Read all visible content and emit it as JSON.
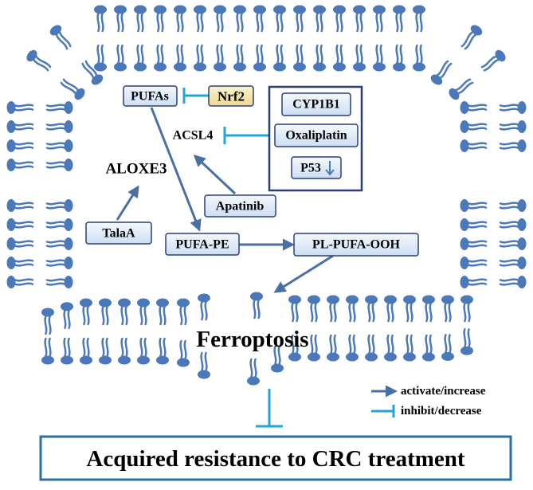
{
  "nodes": {
    "pufas": "PUFAs",
    "nrf2": "Nrf2",
    "cyp1b1": "CYP1B1",
    "acsl4": "ACSL4",
    "oxaliplatin": "Oxaliplatin",
    "p53": "P53",
    "aloxe3": "ALOXE3",
    "apatinib": "Apatinib",
    "talaa": "TalaA",
    "pufa_pe": "PUFA-PE",
    "pl_pufa_ooh": "PL-PUFA-OOH",
    "ferroptosis": "Ferroptosis",
    "outcome": "Acquired resistance to CRC treatment"
  },
  "legend": {
    "activate": "activate/increase",
    "inhibit": "inhibit/decrease"
  },
  "colors": {
    "membrane": "#4a78b8",
    "activate_arrow": "#4a6fa5",
    "inhibit_arrow": "#1fa6d8",
    "box_fill": "#dde9f7",
    "nrf2_fill": "#f5e6b0",
    "text": "#000000"
  }
}
